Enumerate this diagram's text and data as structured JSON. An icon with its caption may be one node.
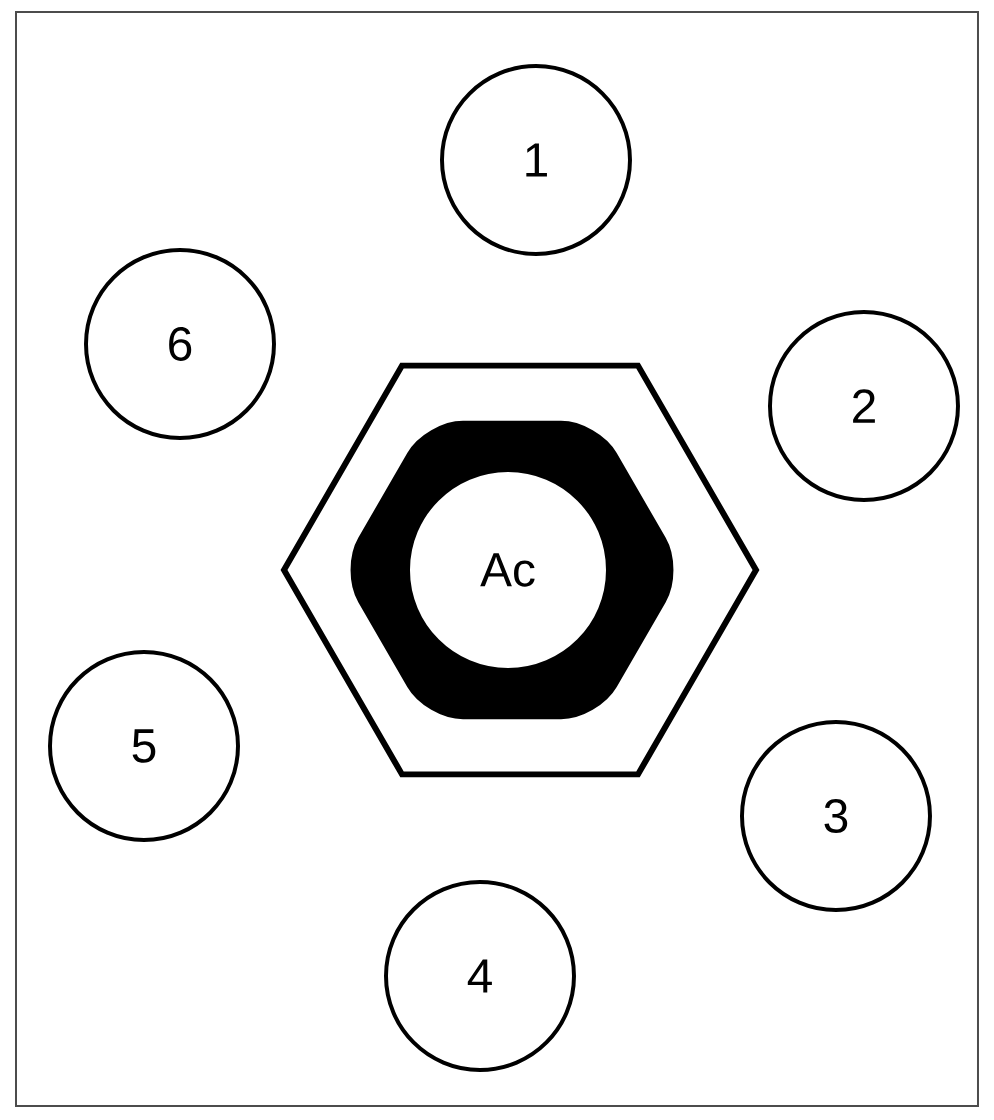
{
  "diagram": {
    "nodes": [
      {
        "text": [
          "1"
        ]
      },
      {
        "text": [
          "6"
        ]
      },
      {
        "text": [
          "2"
        ]
      },
      {
        "text": [],
        "shape": "hexagon"
      },
      {
        "text": [
          "Ac"
        ],
        "in": 3
      },
      {
        "text": [
          "5"
        ]
      },
      {
        "text": [
          "3"
        ]
      },
      {
        "text": [
          "4"
        ]
      }
    ]
  }
}
